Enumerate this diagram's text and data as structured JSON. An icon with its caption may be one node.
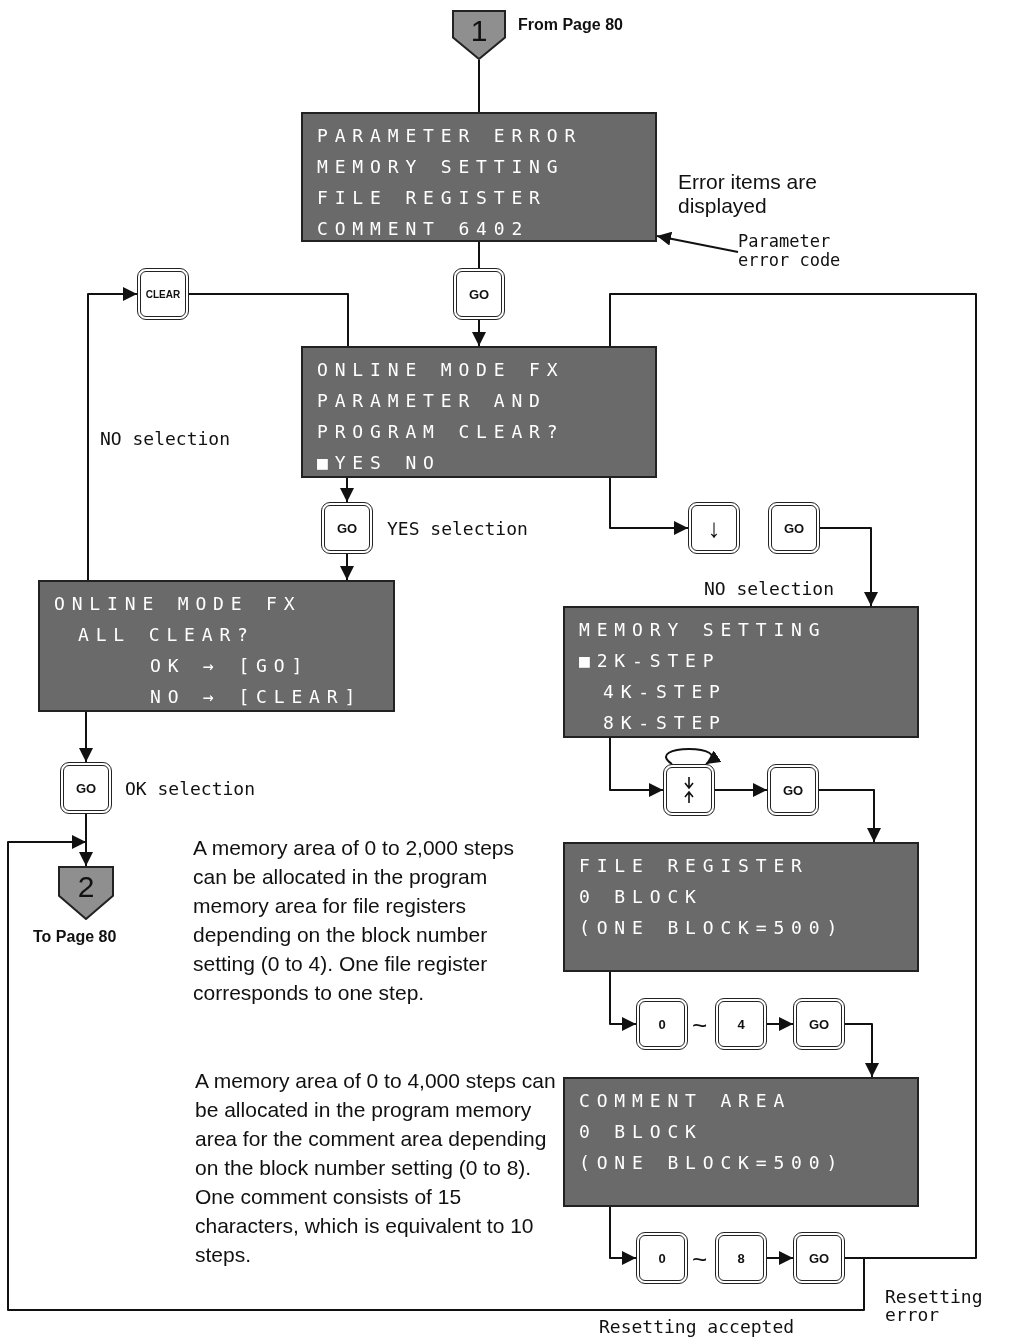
{
  "diagram": {
    "nodes": [
      {
        "text": [
          "1"
        ],
        "beside": [
          "From Page 80"
        ]
      },
      {
        "text": [
          "PARAMETER ERROR",
          "MEMORY SETTING",
          "FILE REGISTER",
          "COMMENT 6402"
        ],
        "beside": [
          "Error items are displayed"
        ]
      },
      {
        "text": [
          "Parameter error code"
        ]
      },
      {
        "text": [
          "GO"
        ]
      },
      {
        "text": [
          "CLEAR"
        ]
      },
      {
        "text": [
          "ONLINE MODE FX",
          "PARAMETER AND",
          "PROGRAM CLEAR?",
          "■YES NO"
        ]
      },
      {
        "text": [
          "GO"
        ],
        "beside": [
          "YES selection"
        ]
      },
      {
        "text": [
          "↓"
        ]
      },
      {
        "text": [
          "GO"
        ]
      },
      {
        "text": [
          "ONLINE MODE FX",
          "ALL CLEAR?",
          "OK → [GO]",
          "NO → [CLEAR]"
        ]
      },
      {
        "text": [
          "GO"
        ],
        "beside": [
          "OK selection"
        ]
      },
      {
        "text": [
          "2"
        ],
        "beside": [
          "To Page 80"
        ]
      },
      {
        "text": [
          "MEMORY SETTING",
          "■2K-STEP",
          "4K-STEP",
          "8K-STEP"
        ]
      },
      {
        "text": [],
        "shape": "box"
      },
      {
        "text": [
          "GO"
        ]
      },
      {
        "text": [
          "FILE REGISTER",
          "0 BLOCK",
          "(ONE BLOCK=500)"
        ]
      },
      {
        "text": [
          "0"
        ]
      },
      {
        "text": [
          "4"
        ]
      },
      {
        "text": [
          "GO"
        ]
      },
      {
        "text": [
          "COMMENT AREA",
          "0 BLOCK",
          "(ONE BLOCK=500)"
        ]
      },
      {
        "text": [
          "0"
        ]
      },
      {
        "text": [
          "8"
        ]
      },
      {
        "text": [
          "GO"
        ]
      }
    ],
    "edges": [
      {
        "from": 0,
        "to": 1,
        "arrow": "none"
      },
      {
        "from": 2,
        "to": 1,
        "arrow": "to"
      },
      {
        "from": 1,
        "to": 3,
        "arrow": "none"
      },
      {
        "from": 3,
        "to": 5,
        "arrow": "to"
      },
      {
        "from": 9,
        "to": 4,
        "arrow": "to",
        "label": "NO selection"
      },
      {
        "from": 4,
        "to": 5,
        "arrow": "none"
      },
      {
        "from": 5,
        "to": 6,
        "arrow": "to"
      },
      {
        "from": 6,
        "to": 9,
        "arrow": "to"
      },
      {
        "from": 5,
        "to": 7,
        "arrow": "to"
      },
      {
        "from": 8,
        "to": 12,
        "arrow": "to",
        "label": "NO selection"
      },
      {
        "from": 9,
        "to": 10,
        "arrow": "to"
      },
      {
        "from": 10,
        "to": 11,
        "arrow": "to"
      },
      {
        "from": 12,
        "to": 13,
        "arrow": "to"
      },
      {
        "from": 13,
        "to": 13,
        "arrow": "to"
      },
      {
        "from": 13,
        "to": 14,
        "arrow": "to"
      },
      {
        "from": 14,
        "to": 15,
        "arrow": "to"
      },
      {
        "from": 15,
        "to": 16,
        "arrow": "to"
      },
      {
        "from": 17,
        "to": 18,
        "arrow": "to"
      },
      {
        "from": 18,
        "to": 19,
        "arrow": "to"
      },
      {
        "from": 19,
        "to": 20,
        "arrow": "to"
      },
      {
        "from": 21,
        "to": 22,
        "arrow": "to"
      },
      {
        "from": 22,
        "to": 5,
        "arrow": "none",
        "label": "Resetting error"
      },
      {
        "from": 22,
        "to": 11,
        "arrow": "to",
        "label": "Resetting accepted"
      }
    ],
    "labels": [
      "~",
      "~",
      "A memory area of 0 to 2,000 steps can be allocated in the program memory area for file registers depending on the block number setting (0 to 4). One file register corresponds to one step.",
      "A memory area of 0 to 4,000 steps can be allocated in the program memory area for the comment area depending on the block number setting (0 to 8). One comment consists of 15 characters, which is equivalent to 10 steps."
    ]
  }
}
